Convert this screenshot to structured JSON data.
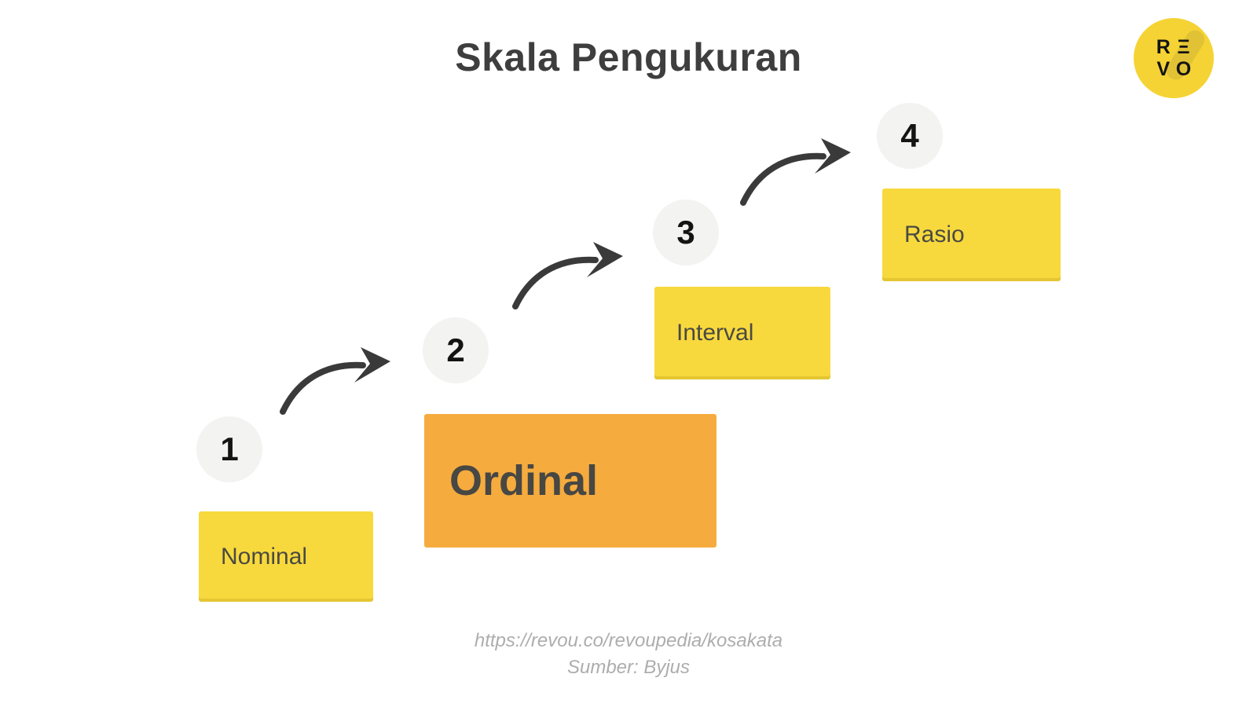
{
  "title": "Skala Pengukuran",
  "logo": {
    "letters": [
      "R",
      "Ξ",
      "V",
      "O"
    ]
  },
  "steps": [
    {
      "number": "1",
      "label": "Nominal",
      "emphasized": false
    },
    {
      "number": "2",
      "label": "Ordinal",
      "emphasized": true
    },
    {
      "number": "3",
      "label": "Interval",
      "emphasized": false
    },
    {
      "number": "4",
      "label": "Rasio",
      "emphasized": false
    }
  ],
  "footer": {
    "source_url": "https://revou.co/revoupedia/kosakata",
    "source_label": "Sumber: Byjus"
  },
  "colors": {
    "yellow": "#F8D93D",
    "orange": "#F6AB3E",
    "circle_bg": "#F3F3F2",
    "dark": "#3E3E3E",
    "number": "#141414",
    "label": "#4A4A42",
    "arrow": "#3A3A3A",
    "footer_gray": "#ADADAD",
    "logo_yellow": "#F5D334",
    "logo_swoosh": "#E2C235"
  }
}
